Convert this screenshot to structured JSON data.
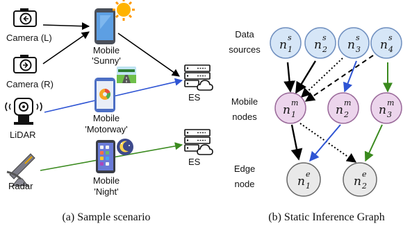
{
  "colors": {
    "black": "#000000",
    "blue": "#2f55d4",
    "green": "#3a8a1e",
    "source_fill": "#d6e6f7",
    "source_stroke": "#6f8fbf",
    "mobile_fill": "#ecd5ec",
    "mobile_stroke": "#9a6a9a",
    "edge_fill": "#e9e9e9",
    "edge_stroke": "#666666"
  },
  "scenario": {
    "camera_left": "Camera (L)",
    "camera_right": "Camera (R)",
    "lidar": "LiDAR",
    "radar": "Radar",
    "mobile_sunny": [
      "Mobile",
      "'Sunny'"
    ],
    "mobile_motorway": [
      "Mobile",
      "'Motorway'"
    ],
    "mobile_night": [
      "Mobile",
      "'Night'"
    ],
    "es_top": "ES",
    "es_bottom": "ES",
    "caption": "(a) Sample scenario",
    "icons": [
      "camera-icon",
      "camera-icon",
      "lidar-icon",
      "radar-icon",
      "smartphone-icon",
      "sun-icon",
      "road-icon",
      "moon-icon",
      "server-icon",
      "cloud-icon"
    ]
  },
  "graph": {
    "row_labels": {
      "data_sources": [
        "Data",
        "sources"
      ],
      "mobile_nodes": [
        "Mobile",
        "nodes"
      ],
      "edge_node": [
        "Edge",
        "node"
      ]
    },
    "source_nodes": [
      {
        "base": "n",
        "sub": "1",
        "sup": "s"
      },
      {
        "base": "n",
        "sub": "2",
        "sup": "s"
      },
      {
        "base": "n",
        "sub": "3",
        "sup": "s"
      },
      {
        "base": "n",
        "sub": "4",
        "sup": "s"
      }
    ],
    "mobile_nodes": [
      {
        "base": "n",
        "sub": "1",
        "sup": "m"
      },
      {
        "base": "n",
        "sub": "2",
        "sup": "m"
      },
      {
        "base": "n",
        "sub": "3",
        "sup": "m"
      }
    ],
    "edge_nodes": [
      {
        "base": "n",
        "sub": "1",
        "sup": "e"
      },
      {
        "base": "n",
        "sub": "2",
        "sup": "e"
      }
    ],
    "caption": "(b) Static Inference Graph"
  }
}
